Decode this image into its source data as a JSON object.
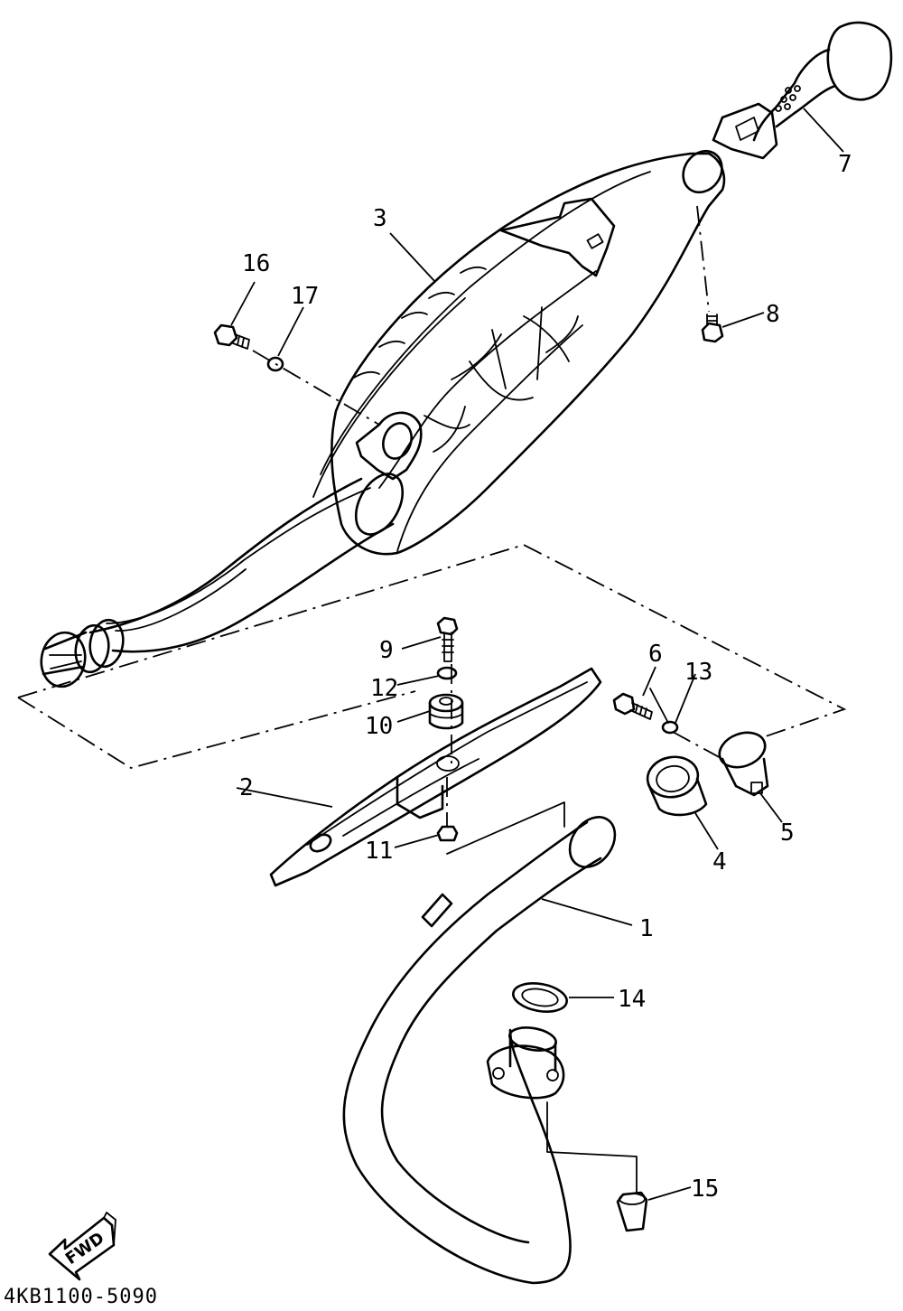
{
  "callouts": {
    "c1": "1",
    "c2": "2",
    "c3": "3",
    "c4": "4",
    "c5": "5",
    "c6": "6",
    "c7": "7",
    "c8": "8",
    "c9": "9",
    "c10": "10",
    "c11": "11",
    "c12": "12",
    "c13": "13",
    "c14": "14",
    "c15": "15",
    "c16": "16",
    "c17": "17"
  },
  "forward_label": "FWD",
  "diagram_code": "4KB1100-5090",
  "colors": {
    "line": "#000000",
    "background": "#ffffff"
  }
}
